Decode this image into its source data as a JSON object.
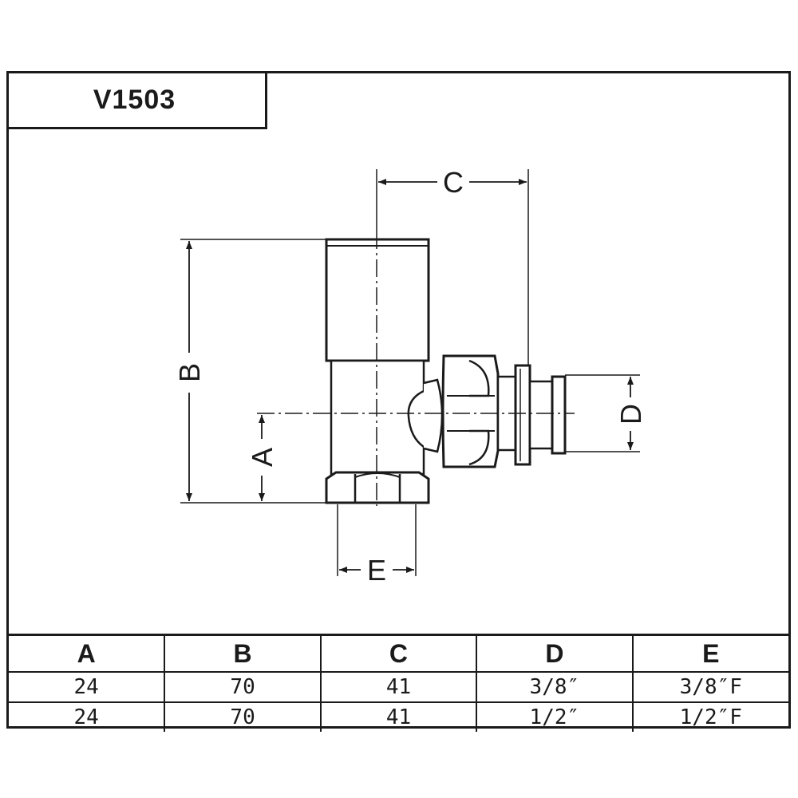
{
  "title": "V1503",
  "dimension_labels": {
    "a": "A",
    "b": "B",
    "c": "C",
    "d": "D",
    "e": "E"
  },
  "table": {
    "headers": [
      "A",
      "B",
      "C",
      "D",
      "E"
    ],
    "rows": [
      [
        "24",
        "70",
        "41",
        "3/8″",
        "3/8″F"
      ],
      [
        "24",
        "70",
        "41",
        "1/2″",
        "1/2″F"
      ]
    ]
  }
}
